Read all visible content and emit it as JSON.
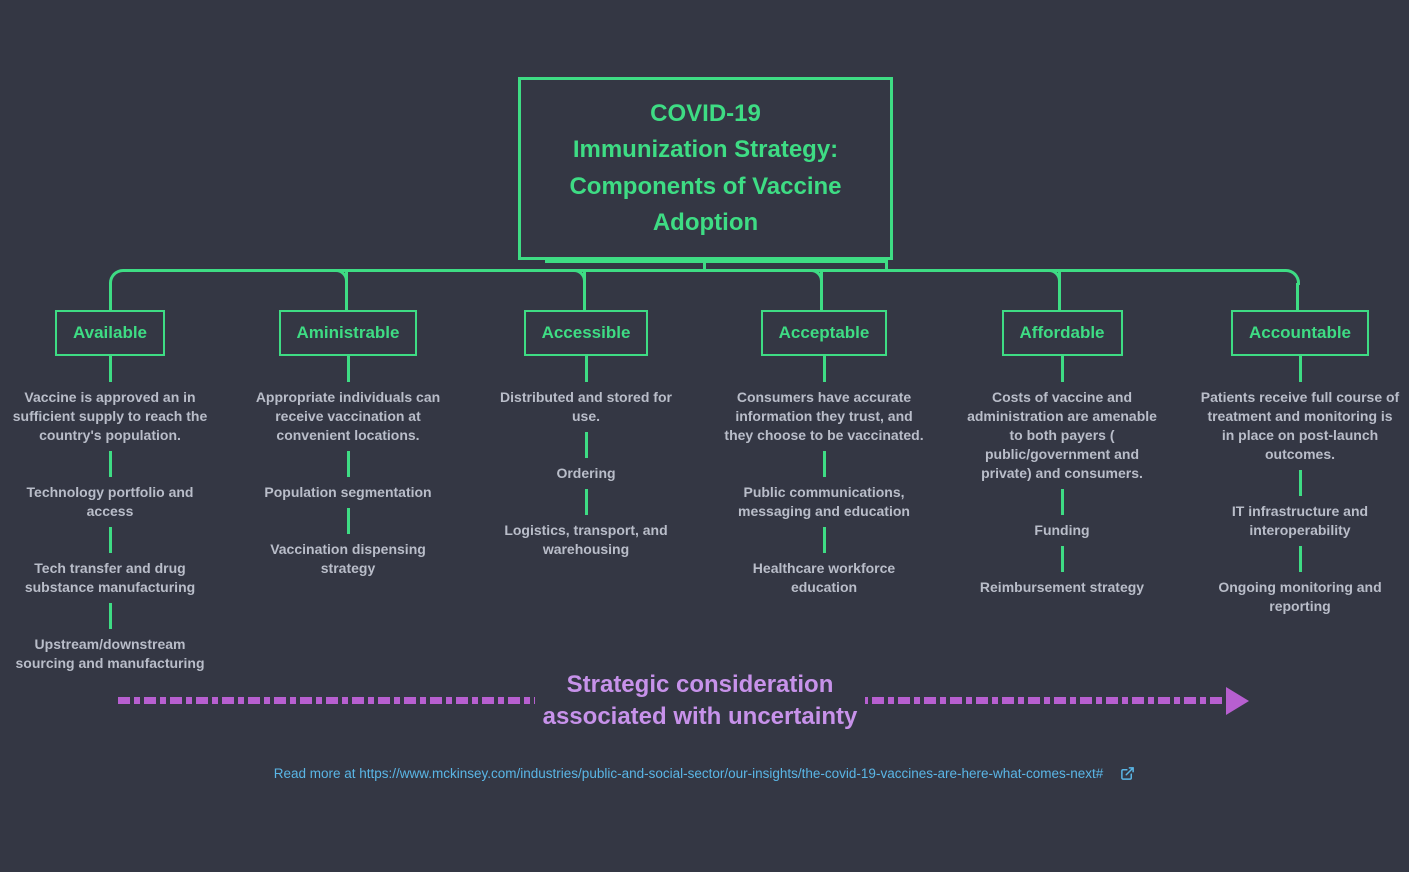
{
  "title": {
    "lines": [
      "COVID-19",
      "Immunization Strategy:",
      "Components of Vaccine",
      "Adoption"
    ]
  },
  "columns": [
    {
      "label": "Available",
      "items": [
        "Vaccine is approved an in sufficient supply to reach the country's population.",
        "Technology portfolio and access",
        "Tech transfer and drug substance manufacturing",
        "Upstream/downstream sourcing and manufacturing"
      ]
    },
    {
      "label": "Aministrable",
      "items": [
        "Appropriate individuals can receive vaccination at convenient locations.",
        "Population segmentation",
        "Vaccination dispensing strategy"
      ]
    },
    {
      "label": "Accessible",
      "items": [
        "Distributed and stored for use.",
        "Ordering",
        "Logistics, transport, and warehousing"
      ]
    },
    {
      "label": "Acceptable",
      "items": [
        "Consumers have accurate information they trust, and they choose to be vaccinated.",
        "Public communications, messaging and education",
        "Healthcare workforce education"
      ]
    },
    {
      "label": "Affordable",
      "items": [
        "Costs of vaccine and administration are amenable to both payers ( public/government and private) and consumers.",
        "Funding",
        "Reimbursement strategy"
      ]
    },
    {
      "label": "Accountable",
      "items": [
        "Patients receive full course of treatment and monitoring is in place on post-launch outcomes.",
        "IT infrastructure and interoperability",
        "Ongoing monitoring and reporting"
      ]
    }
  ],
  "arrow_label": {
    "lines": [
      "Strategic consideration",
      "associated with uncertainty"
    ]
  },
  "footer": {
    "link_text": "Read more at https://www.mckinsey.com/industries/public-and-social-sector/our-insights/the-covid-19-vaccines-are-here-what-comes-next#",
    "icon": "external-link-icon"
  },
  "colors": {
    "background": "#343744",
    "accent_green": "#3edc84",
    "item_text_gray": "#b9bdc9",
    "arrow_purple": "#b75fd0",
    "arrow_label_purple": "#c792ea",
    "link_blue": "#5ab6e6"
  }
}
